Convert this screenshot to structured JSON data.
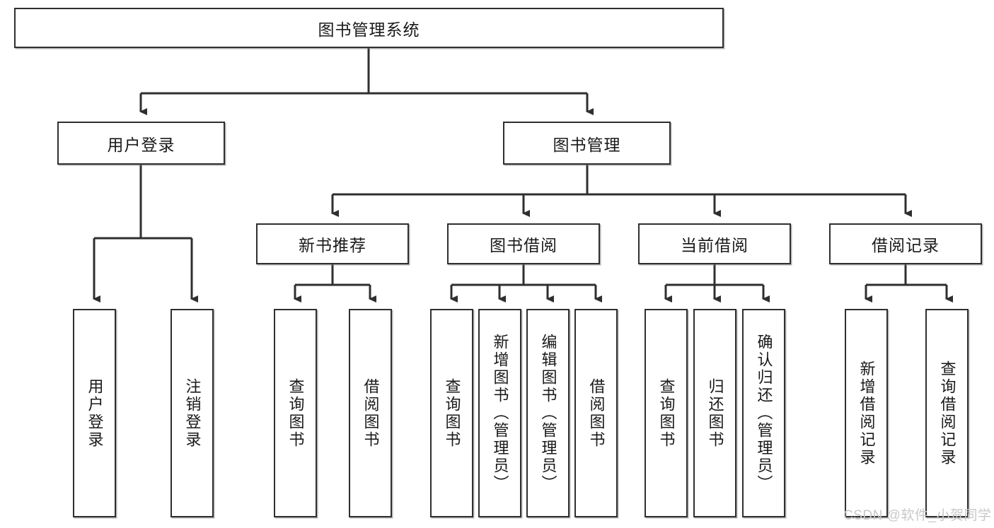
{
  "diagram": {
    "title": "图书管理系统",
    "orientation": "top-down tree",
    "levels": [
      {
        "level": 1,
        "nodes": [
          {
            "id": "root",
            "label": "图书管理系统",
            "text_direction": "horizontal"
          }
        ]
      },
      {
        "level": 2,
        "nodes": [
          {
            "id": "login",
            "label": "用户登录",
            "text_direction": "horizontal"
          },
          {
            "id": "bookmgr",
            "label": "图书管理",
            "text_direction": "horizontal"
          }
        ]
      },
      {
        "level": 3,
        "nodes": [
          {
            "id": "newbook",
            "label": "新书推荐",
            "text_direction": "horizontal"
          },
          {
            "id": "borrow",
            "label": "图书借阅",
            "text_direction": "horizontal"
          },
          {
            "id": "current",
            "label": "当前借阅",
            "text_direction": "horizontal"
          },
          {
            "id": "record",
            "label": "借阅记录",
            "text_direction": "horizontal"
          }
        ]
      },
      {
        "level": 4,
        "nodes": [
          {
            "id": "leaf1",
            "label": "用户登录",
            "text_direction": "vertical",
            "parent": "login"
          },
          {
            "id": "leaf2",
            "label": "注销登录",
            "text_direction": "vertical",
            "parent": "login"
          },
          {
            "id": "leaf3",
            "label": "查询图书",
            "text_direction": "vertical",
            "parent": "newbook"
          },
          {
            "id": "leaf4",
            "label": "借阅图书",
            "text_direction": "vertical",
            "parent": "newbook"
          },
          {
            "id": "leaf5",
            "label": "查询图书",
            "text_direction": "vertical",
            "parent": "borrow"
          },
          {
            "id": "leaf6",
            "label": "新增图书（管理员）",
            "text_direction": "vertical",
            "parent": "borrow"
          },
          {
            "id": "leaf7",
            "label": "编辑图书（管理员）",
            "text_direction": "vertical",
            "parent": "borrow"
          },
          {
            "id": "leaf8",
            "label": "借阅图书",
            "text_direction": "vertical",
            "parent": "borrow"
          },
          {
            "id": "leaf9",
            "label": "查询图书",
            "text_direction": "vertical",
            "parent": "current"
          },
          {
            "id": "leaf10",
            "label": "归还图书",
            "text_direction": "vertical",
            "parent": "current"
          },
          {
            "id": "leaf11",
            "label": "确认归还（管理员）",
            "text_direction": "vertical",
            "parent": "current"
          },
          {
            "id": "leaf12",
            "label": "新增借阅记录",
            "text_direction": "vertical",
            "parent": "record"
          },
          {
            "id": "leaf13",
            "label": "查询借阅记录",
            "text_direction": "vertical",
            "parent": "record"
          }
        ]
      }
    ],
    "colors": {
      "box_border": "#2f2f2f",
      "box_fill": "#ffffff",
      "connector": "#2f2f2f",
      "text": "#1a1a1a",
      "watermark": "#c8c8c8",
      "background": "#ffffff"
    }
  },
  "watermark": {
    "text": "CSDN @软件_小贺同学"
  }
}
